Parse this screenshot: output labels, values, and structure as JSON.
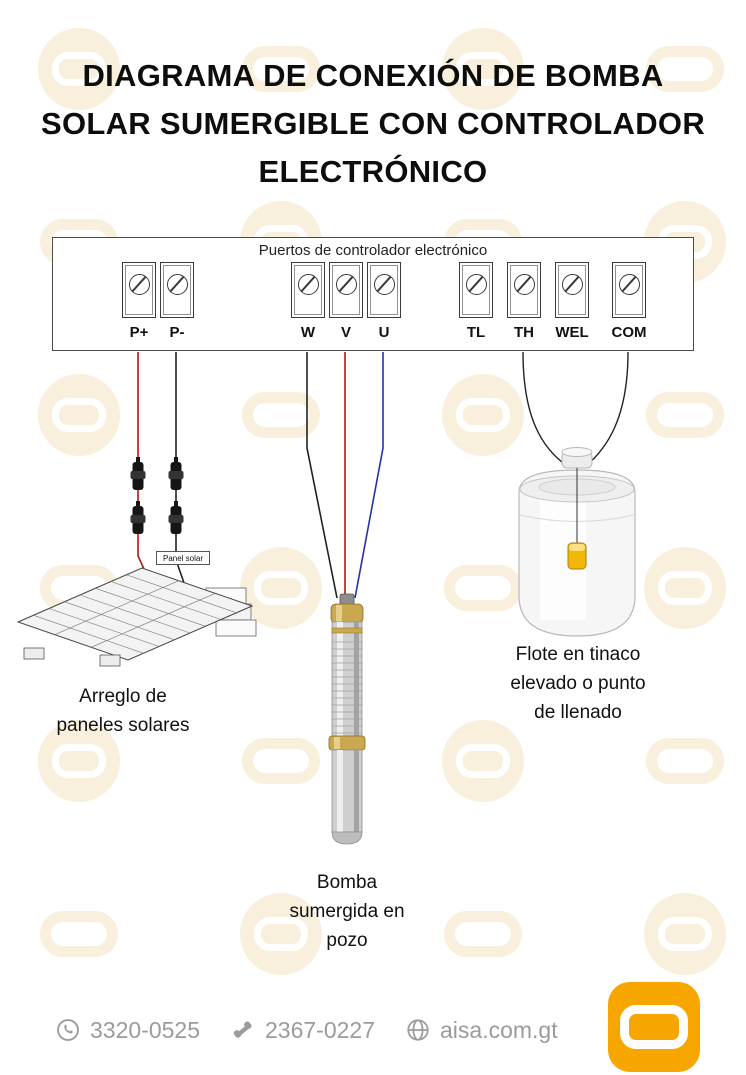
{
  "title": {
    "lines": [
      "DIAGRAMA DE CONEXIÓN DE BOMBA",
      "SOLAR SUMERGIBLE CON CONTROLADOR",
      "ELECTRÓNICO"
    ]
  },
  "controller": {
    "label": "Puertos de controlador electrónico",
    "ports": [
      "P+",
      "P-",
      "W",
      "V",
      "U",
      "TL",
      "TH",
      "WEL",
      "COM"
    ]
  },
  "diagram_labels": {
    "panel_tag": "Panel solar",
    "solar_array": "Arreglo de\npaneles solares",
    "pump": "Bomba\nsumergida en\npozo",
    "float": "Flote en tinaco\nelevado o punto\nde llenado"
  },
  "footer": {
    "phone_whatsapp": "3320-0525",
    "phone": "2367-0227",
    "website": "aisa.com.gt"
  },
  "icons": {
    "phone_whatsapp": "whatsapp-phone-icon",
    "phone": "handset-icon",
    "website": "globe-icon",
    "brand": "aisa-logo-ring-icon"
  },
  "colors": {
    "wire_positive": "#bb1111",
    "wire_negative": "#222222",
    "wire_w": "#222222",
    "wire_v": "#bb1111",
    "wire_u": "#2233aa",
    "brand_yellow": "#f7a600",
    "watermark": "#f8f0dc",
    "footer_text": "#9b9b9b",
    "float_yellow": "#f3b60a"
  }
}
